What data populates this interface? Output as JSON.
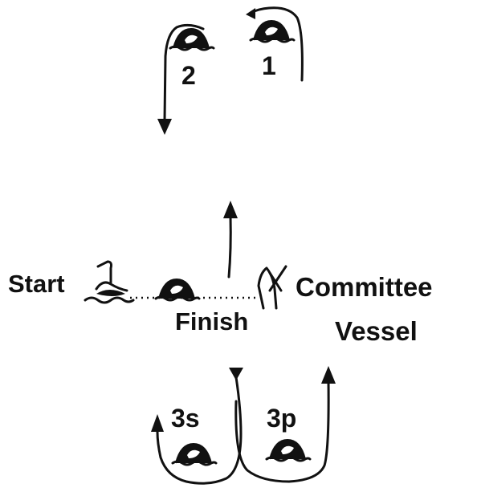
{
  "labels": {
    "start": "Start",
    "finish": "Finish",
    "committee_line1": "Committee",
    "committee_line2": "Vessel"
  },
  "marks": {
    "mark1": "1",
    "mark2": "2",
    "mark3s": "3s",
    "mark3p": "3p"
  },
  "colors": {
    "ink": "#111111",
    "background": "#ffffff"
  },
  "icons": [
    "mark-buoy-icon",
    "start-flag-icon",
    "committee-boat-icon",
    "arrow-icon"
  ]
}
